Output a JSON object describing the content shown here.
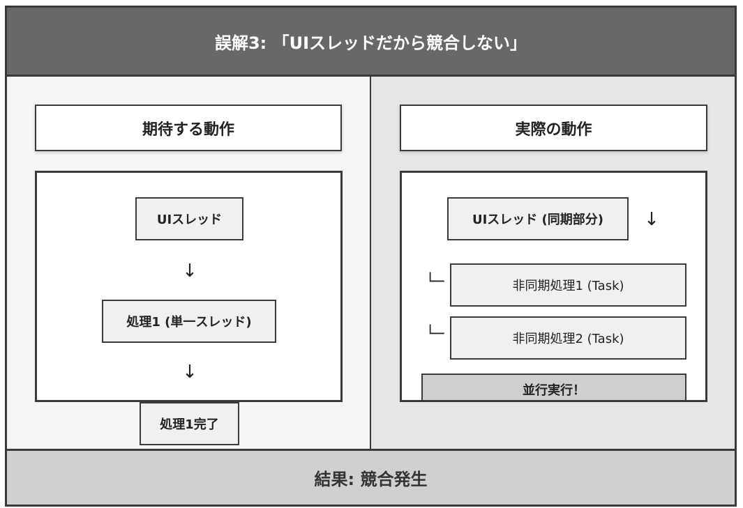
{
  "header": {
    "title": "誤解3: 「UIスレッドだから競合しない」"
  },
  "left": {
    "title": "期待する動作",
    "nodes": {
      "ui_thread": "UIスレッド",
      "process1": "処理1 (単一スレッド)",
      "process1_done": "処理1完了"
    },
    "arrow1": "↓",
    "arrow2": "↓"
  },
  "right": {
    "title": "実際の動作",
    "nodes": {
      "ui_thread_sync": "UIスレッド (同期部分)",
      "async1": "非同期処理1 (Task)",
      "async2": "非同期処理2 (Task)",
      "parallel": "並行実行！"
    },
    "arrow": "↓",
    "branch1": "└─",
    "branch2": "└─"
  },
  "footer": {
    "result": "結果: 競合発生"
  },
  "colors": {
    "header_bg": "#686868",
    "left_panel_bg": "#f5f5f5",
    "right_panel_bg": "#e6e6e6",
    "footer_bg": "#d0d0d0",
    "node_bg": "#f0f0f0",
    "parallel_bg": "#cfcfcf",
    "border": "#3a3a3a"
  }
}
